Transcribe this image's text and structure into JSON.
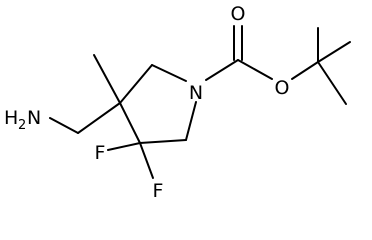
{
  "molecule": {
    "atoms": {
      "nitrogen_ring": "N",
      "oxygen_carbonyl": "O",
      "oxygen_ester": "O",
      "fluorine_1": "F",
      "fluorine_2": "F",
      "amine_h": "H",
      "amine_h_count": "2",
      "amine_n": "N"
    },
    "colors": {
      "bond": "#000000",
      "label": "#000000",
      "background": "#ffffff"
    }
  }
}
